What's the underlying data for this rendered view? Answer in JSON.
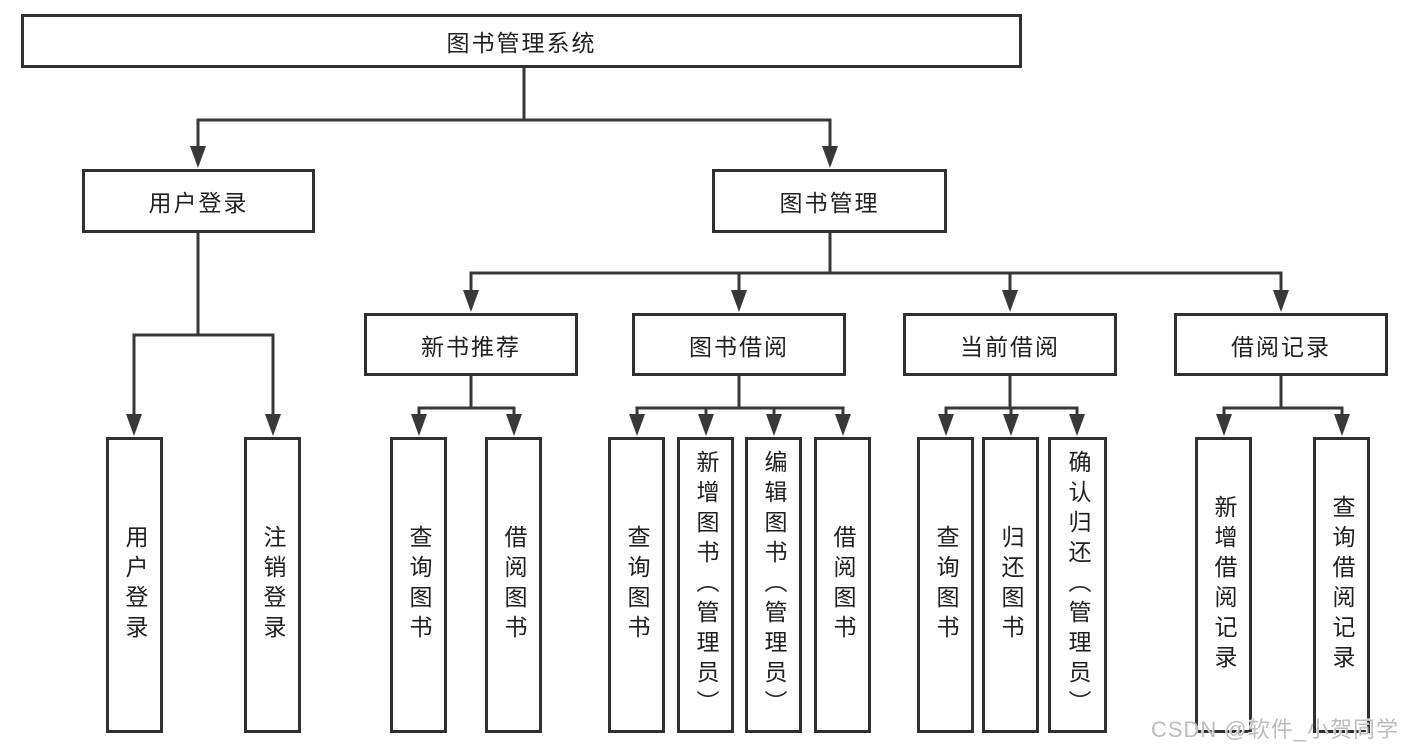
{
  "tree": {
    "root": {
      "label": "图书管理系统"
    },
    "level1": [
      {
        "label": "用户登录"
      },
      {
        "label": "图书管理"
      }
    ],
    "level2": [
      {
        "label": "新书推荐"
      },
      {
        "label": "图书借阅"
      },
      {
        "label": "当前借阅"
      },
      {
        "label": "借阅记录"
      }
    ],
    "leaves": {
      "login": [
        {
          "label": "用户登录"
        },
        {
          "label": "注销登录"
        }
      ],
      "rec": [
        {
          "label": "查询图书"
        },
        {
          "label": "借阅图书"
        }
      ],
      "borrow": [
        {
          "label": "查询图书"
        },
        {
          "label": "新增图书（管理员）"
        },
        {
          "label": "编辑图书（管理员）"
        },
        {
          "label": "借阅图书"
        }
      ],
      "current": [
        {
          "label": "查询图书"
        },
        {
          "label": "归还图书"
        },
        {
          "label": "确认归还（管理员）"
        }
      ],
      "records": [
        {
          "label": "新增借阅记录"
        },
        {
          "label": "查询借阅记录"
        }
      ]
    }
  },
  "watermark": {
    "text": "CSDN @软件_小贺同学"
  },
  "colors": {
    "line": "#383838",
    "box_border": "#2f2f2f",
    "box_bg": "#ffffff",
    "text": "#1f1f1f",
    "watermark": "#bcbcbc",
    "background": "#ffffff"
  }
}
